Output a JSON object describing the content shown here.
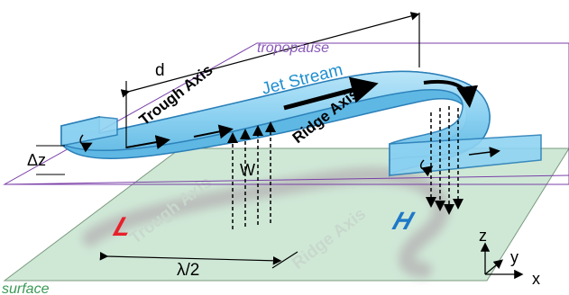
{
  "labels": {
    "tropopause": "tropopause",
    "surface": "surface",
    "jet_stream": "Jet Stream",
    "trough_axis_upper": "Trough Axis",
    "ridge_axis_upper": "Ridge Axis",
    "trough_axis_surface": "Trough Axis",
    "ridge_axis_surface": "Ridge Axis",
    "d": "d",
    "dz": "Δz",
    "w": "W",
    "half_wavelength": "λ/2",
    "low_symbol": "L",
    "high_symbol": "H",
    "axis_z": "z",
    "axis_y": "y",
    "axis_x": "x"
  },
  "colors": {
    "surface_plane": "#cfe8d6",
    "jet_fill": "#8fd3f2",
    "jet_edge": "#2a7fb8",
    "jet_label": "#1f8fd0",
    "plane_outline": "#7a3fa8",
    "tropopause_label": "#8a5ab8",
    "surface_label": "#3a9a55",
    "low_red": "#e8202a",
    "high_blue": "#1e78c8",
    "shadow": "#b8b8b8",
    "surface_text": "#c8d8cc"
  }
}
